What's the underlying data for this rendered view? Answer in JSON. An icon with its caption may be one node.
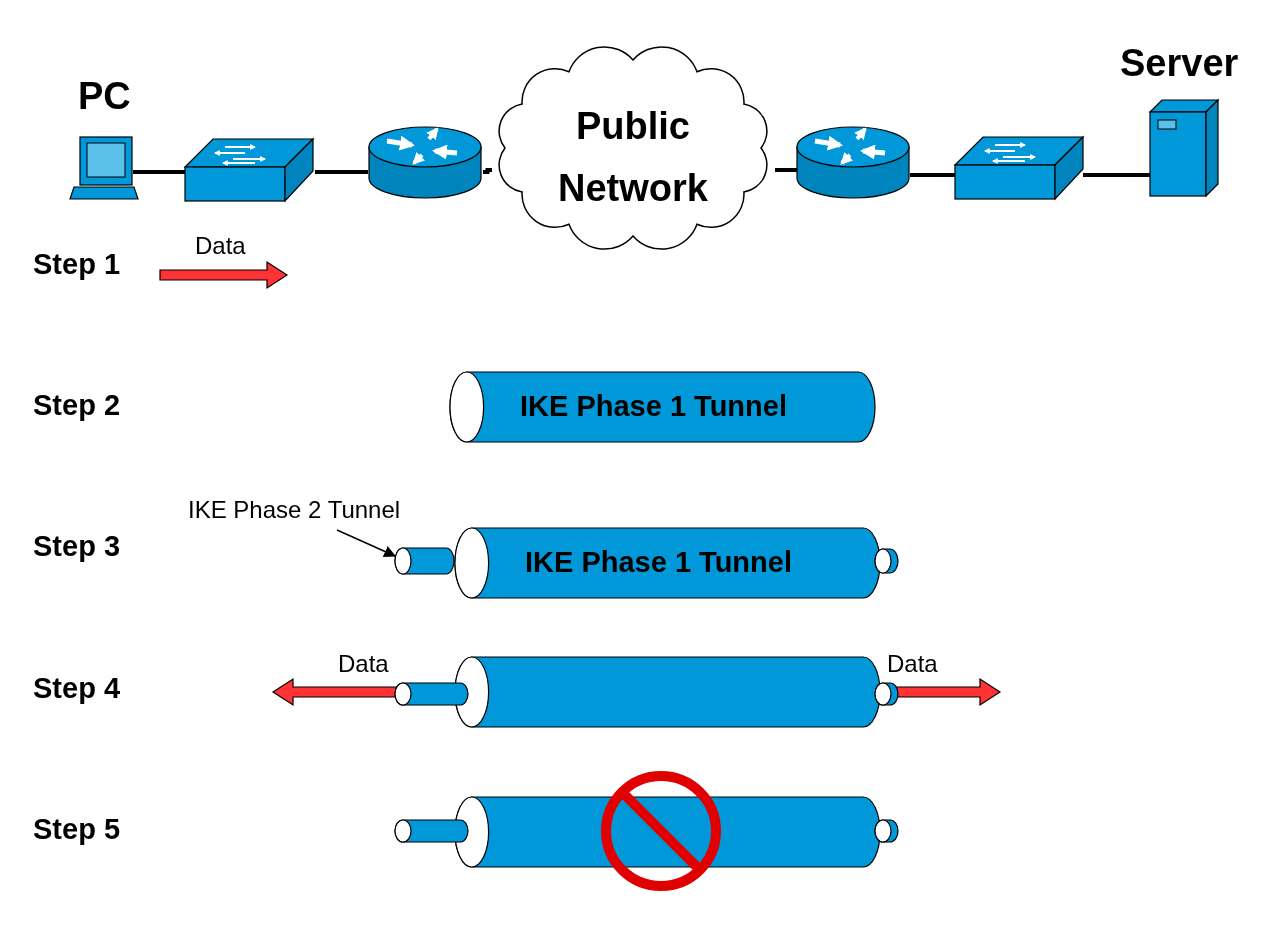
{
  "diagram": {
    "nodes": [
      {
        "text": [
          "PC"
        ]
      },
      {
        "text": [],
        "shape": "box"
      },
      {
        "text": [],
        "shape": "cylinder"
      },
      {
        "text": [
          "Public Network"
        ]
      },
      {
        "text": [],
        "shape": "cylinder"
      },
      {
        "text": [],
        "shape": "box"
      },
      {
        "text": [
          "Server"
        ]
      },
      {
        "text": [
          "IKE Phase 1 Tunnel"
        ]
      },
      {
        "text": [
          "IKE Phase 2 Tunnel"
        ]
      },
      {
        "text": [],
        "shape": "cylinder"
      },
      {
        "text": [
          "IKE Phase 1 Tunnel"
        ]
      },
      {
        "text": [],
        "shape": "cylinder"
      },
      {
        "text": [],
        "shape": "cylinder"
      }
    ],
    "edges": [
      {
        "from": 0,
        "to": 1,
        "arrow": "none"
      },
      {
        "from": 1,
        "to": 2,
        "arrow": "none"
      },
      {
        "from": 2,
        "to": 3,
        "arrow": "none"
      },
      {
        "from": 3,
        "to": 4,
        "arrow": "none"
      },
      {
        "from": 4,
        "to": 5,
        "arrow": "none"
      },
      {
        "from": 5,
        "to": 6,
        "arrow": "none"
      },
      {
        "from": 8,
        "to": 9,
        "arrow": "to"
      }
    ],
    "labels": [
      "Step 1",
      "Data",
      "Step 2",
      "Step 3",
      "Step 4",
      "Data",
      "Data",
      "Step 5"
    ]
  }
}
